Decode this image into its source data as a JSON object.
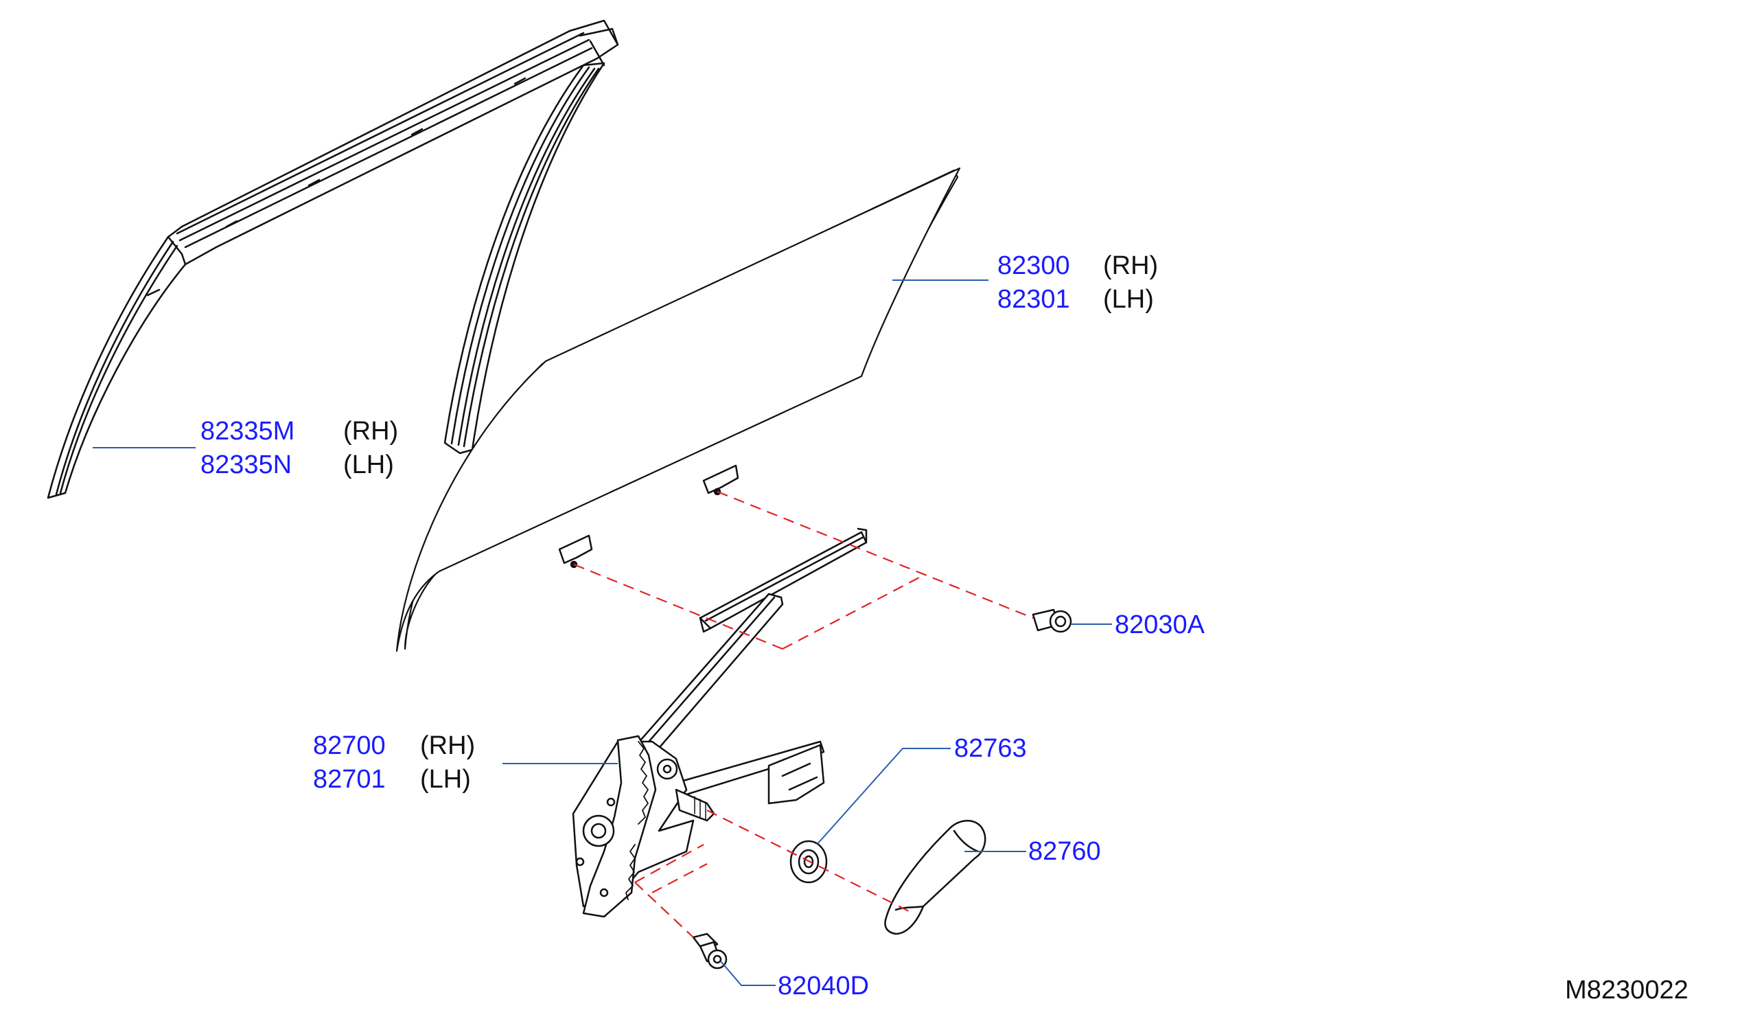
{
  "colors": {
    "part_number": "#1a1aff",
    "side_text": "#111111",
    "leader_line": "#2a5db0",
    "dash_line": "#e02424",
    "drawing": "#111111"
  },
  "callouts": {
    "glass_rh": {
      "part": "82300",
      "side": "(RH)"
    },
    "glass_lh": {
      "part": "82301",
      "side": "(LH)"
    },
    "sash_rh": {
      "part": "82335M",
      "side": "(RH)"
    },
    "sash_lh": {
      "part": "82335N",
      "side": "(LH)"
    },
    "bolt": {
      "part": "82030A"
    },
    "regulator_rh": {
      "part": "82700",
      "side": "(RH)"
    },
    "regulator_lh": {
      "part": "82701",
      "side": "(LH)"
    },
    "escutcheon": {
      "part": "82763"
    },
    "handle": {
      "part": "82760"
    },
    "screw": {
      "part": "82040D"
    }
  },
  "diagram_ref": "M8230022"
}
